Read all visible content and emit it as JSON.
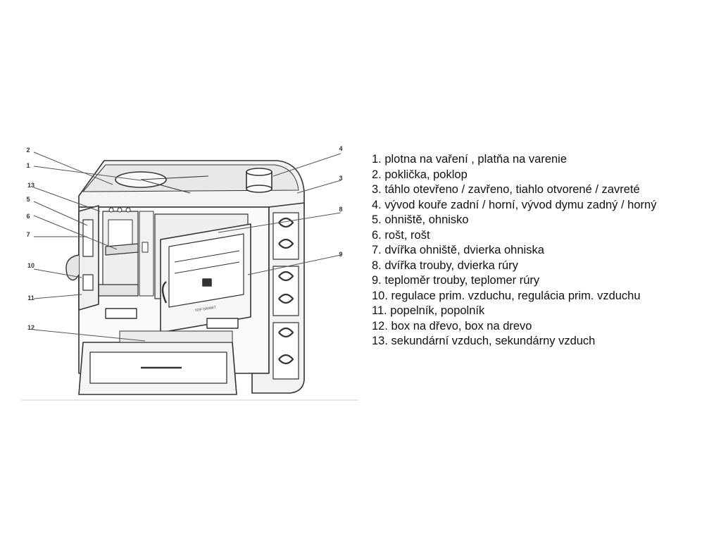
{
  "callouts": [
    "1",
    "2",
    "3",
    "4",
    "5",
    "6",
    "7",
    "8",
    "9",
    "10",
    "11",
    "12",
    "13"
  ],
  "legend": [
    "1. plotna na vaření , platňa na varenie",
    " 2. poklička, poklop",
    " 3. táhlo otevřeno / zavřeno,  tiahlo otvorené / zavreté",
    " 4. vývod kouře zadní / horní, vývod dymu zadný / horný",
    " 5. ohniště, ohnisko",
    " 6. rošt, rošt",
    " 7. dvířka ohniště, dvierka ohniska",
    " 8. dvířka trouby, dvierka rúry",
    " 9. teploměr trouby, teplomer rúry",
    "10. regulace prim. vzduchu, regulácia prim. vzduchu",
    "11. popelník, popolník",
    "12. box na dřevo, box na drevo",
    "13. sekundární vzduch, sekundárny vzduch"
  ],
  "oven_door_label": "TOP GRANIT"
}
